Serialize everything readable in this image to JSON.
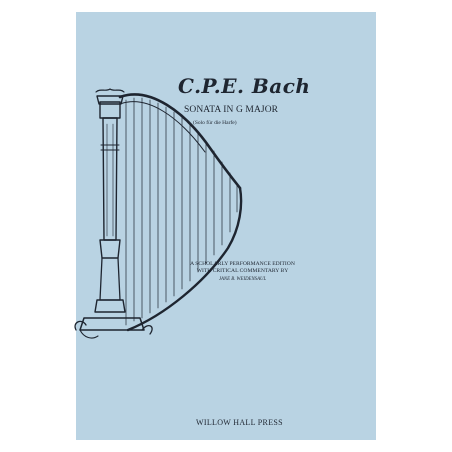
{
  "cover": {
    "background": "#b9d3e3",
    "ink": "#1e2530",
    "illustration": "harp-illustration"
  },
  "composer": "C.P.E. Bach",
  "title": "SONATA IN G MAJOR",
  "subtitle": "(Solo für die Harfe)",
  "edition": {
    "line1": "A SCHOLARLY PERFORMANCE EDITION",
    "line2": "WITH CRITICAL COMMENTARY BY",
    "editor": "JANE B. WEIDENSAUL"
  },
  "publisher": "WILLOW HALL PRESS"
}
